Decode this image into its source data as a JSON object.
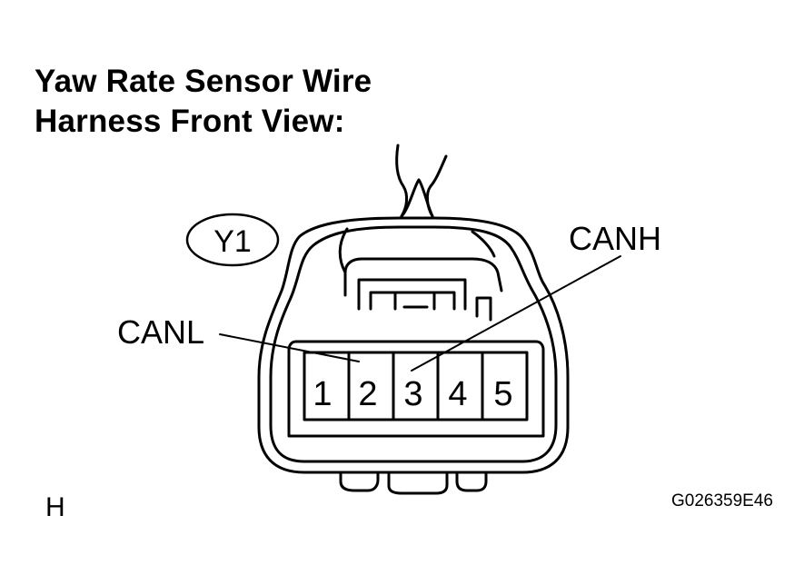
{
  "title": {
    "line1": "Yaw Rate Sensor Wire",
    "line2": "Harness Front View:"
  },
  "connector_id": "Y1",
  "pins": [
    "1",
    "2",
    "3",
    "4",
    "5"
  ],
  "callouts": {
    "canh": "CANH",
    "canl": "CANL"
  },
  "corner_letter": "H",
  "figure_code": "G026359E46"
}
